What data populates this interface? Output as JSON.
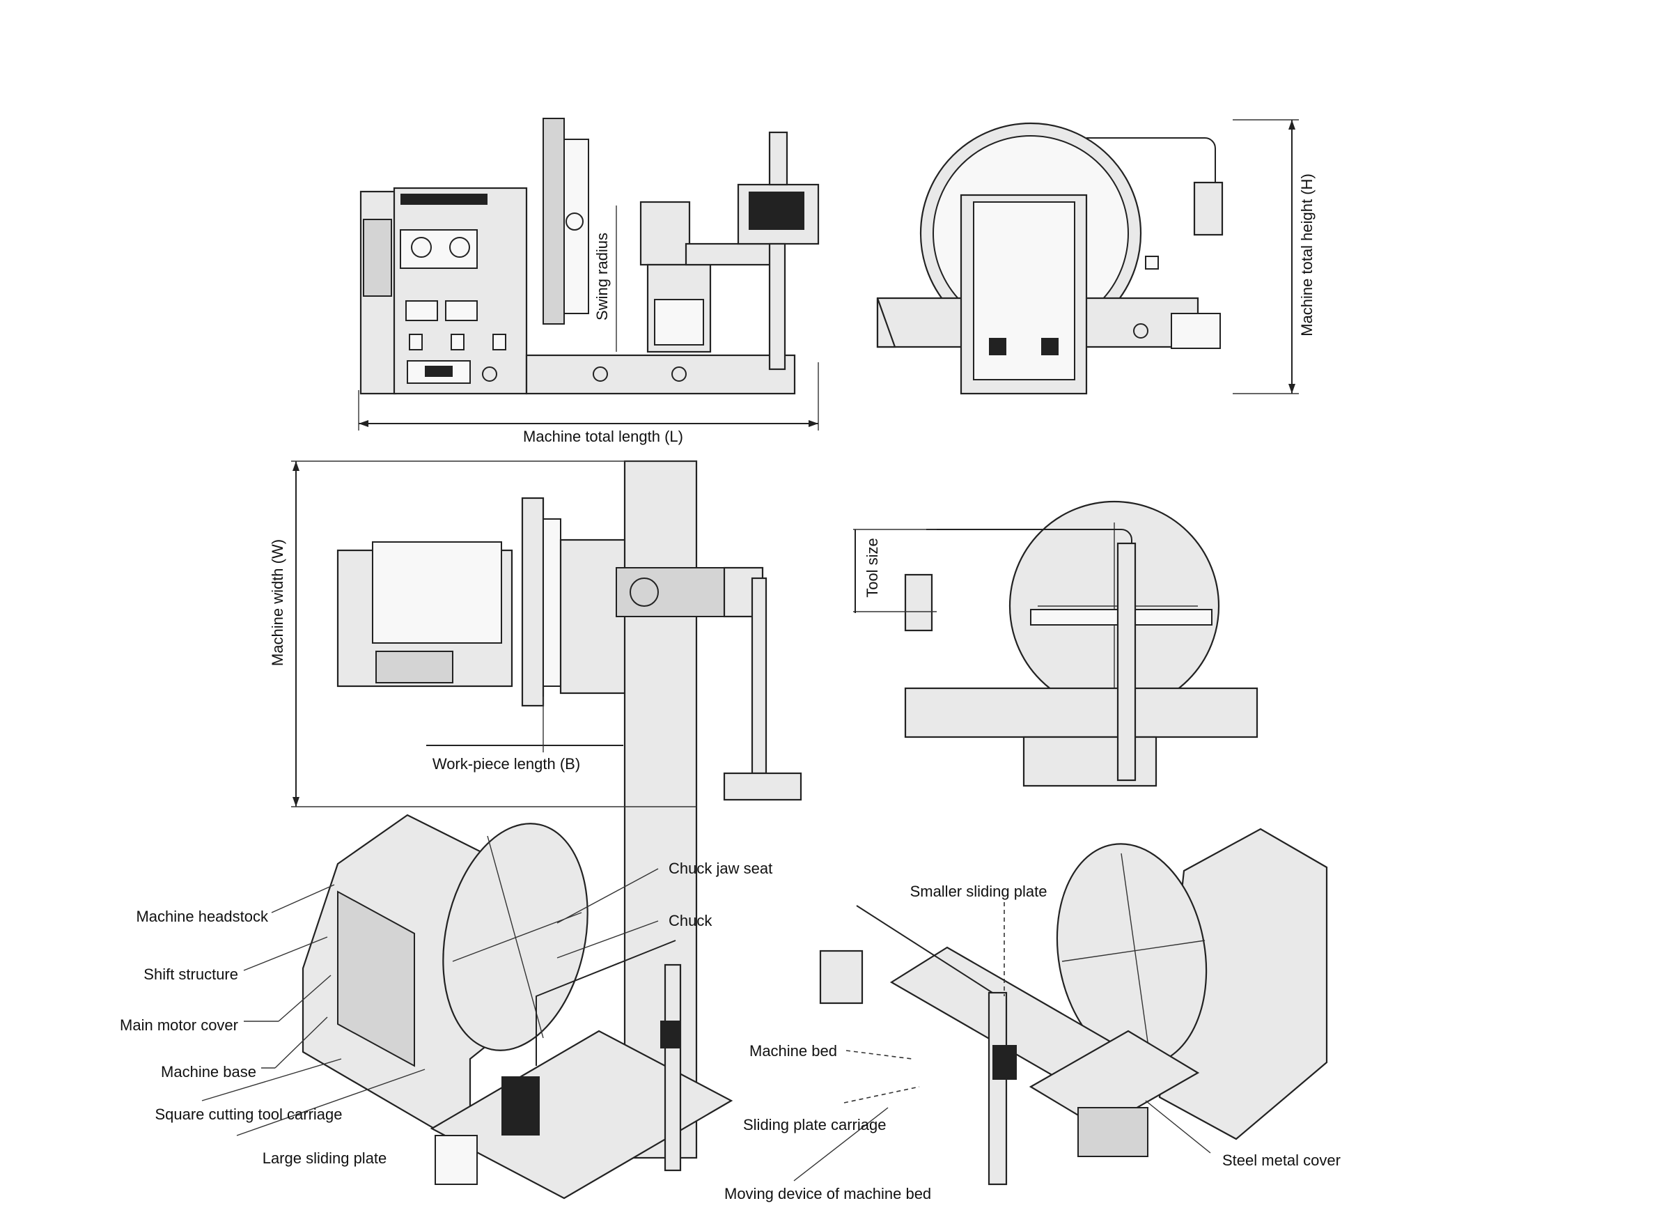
{
  "dimensions": {
    "length": "Machine total length (L)",
    "swing_radius": "Swing radius",
    "height": "Machine total height (H)",
    "width": "Machine width (W)",
    "workpiece_length": "Work-piece length (B)",
    "tool_size": "Tool size"
  },
  "callouts_left": [
    "Machine headstock",
    "Shift structure",
    "Main motor cover",
    "Machine base",
    "Square cutting tool carriage",
    "Large sliding plate",
    "Chuck jaw seat",
    "Chuck"
  ],
  "callouts_right": [
    "Smaller sliding plate",
    "Machine bed",
    "Sliding plate carriage",
    "Moving device of machine bed",
    "Steel metal cover"
  ]
}
